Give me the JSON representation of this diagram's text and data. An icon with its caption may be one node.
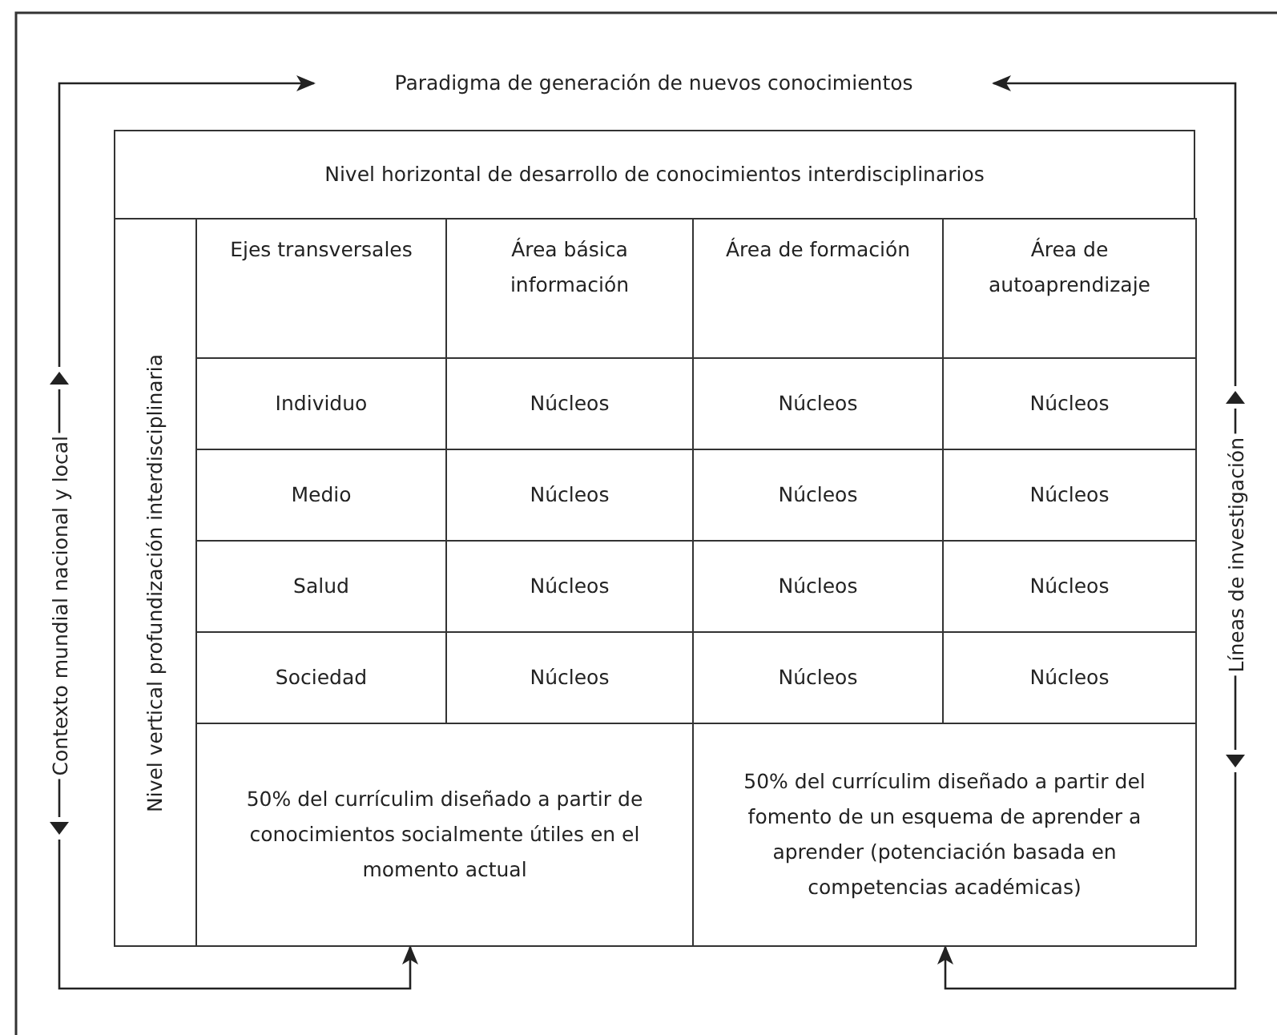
{
  "diagram": {
    "nodes": [
      {
        "text": [
          "Paradigma de generación de nuevos conocimientos"
        ]
      },
      {
        "text": [
          "Nivel horizontal de desarrollo de conocimientos interdisciplinarios"
        ]
      },
      {
        "text": [
          "Nivel vertical profundización interdisciplinaria"
        ]
      },
      {
        "text": [
          "Ejes transversales"
        ]
      },
      {
        "text": [
          "Área básica información"
        ]
      },
      {
        "text": [
          "Área de formación"
        ]
      },
      {
        "text": [
          "Área de autoaprendizaje"
        ]
      },
      {
        "text": [
          "Individuo"
        ]
      },
      {
        "text": [
          "Núcleos"
        ]
      },
      {
        "text": [
          "Núcleos"
        ]
      },
      {
        "text": [
          "Núcleos"
        ]
      },
      {
        "text": [
          "Medio"
        ]
      },
      {
        "text": [
          "Núcleos"
        ]
      },
      {
        "text": [
          "Núcleos"
        ]
      },
      {
        "text": [
          "Núcleos"
        ]
      },
      {
        "text": [
          "Salud"
        ]
      },
      {
        "text": [
          "Núcleos"
        ]
      },
      {
        "text": [
          "Núcleos"
        ]
      },
      {
        "text": [
          "Núcleos"
        ]
      },
      {
        "text": [
          "Sociedad"
        ]
      },
      {
        "text": [
          "Núcleos"
        ]
      },
      {
        "text": [
          "Núcleos"
        ]
      },
      {
        "text": [
          "Núcleos"
        ]
      },
      {
        "text": [
          "50% del currículim diseñado a partir de conocimientos socialmente útiles en el momento actual"
        ]
      },
      {
        "text": [
          "50% del currículim diseñado a partir del fomento de un esquema de aprender a aprender (potenciación basada en competencias académicas)"
        ]
      }
    ],
    "edges": [
      {
        "from": 23,
        "to": 0,
        "arrow": "both",
        "label": "Contexto mundial nacional y local"
      },
      {
        "from": 24,
        "to": 0,
        "arrow": "both",
        "label": "Líneas de investigación"
      }
    ]
  }
}
